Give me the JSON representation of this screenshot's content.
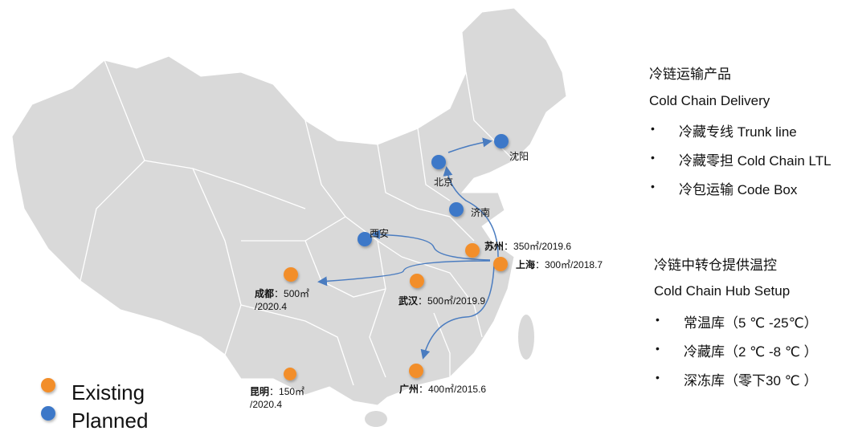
{
  "colors": {
    "existing": "#F28E2B",
    "planned": "#3C78C8",
    "map_fill": "#D9D9D9",
    "arrow": "#4A7CC0"
  },
  "cities": [
    {
      "key": "beijing",
      "name": "北京",
      "status": "planned"
    },
    {
      "key": "shenyang",
      "name": "沈阳",
      "status": "planned"
    },
    {
      "key": "jinan",
      "name": "济南",
      "status": "planned"
    },
    {
      "key": "xian",
      "name": "西安",
      "status": "planned"
    },
    {
      "key": "suzhou",
      "name": "苏州",
      "detail": "：350㎡/2019.6",
      "status": "existing"
    },
    {
      "key": "shanghai",
      "name": "上海",
      "detail": "：300㎡/2018.7",
      "status": "existing"
    },
    {
      "key": "chengdu",
      "name": "成都",
      "detail": "：500㎡",
      "detail2": "/2020.4",
      "status": "existing"
    },
    {
      "key": "wuhan",
      "name": "武汉",
      "detail": "：500㎡/2019.9",
      "status": "existing"
    },
    {
      "key": "kunming",
      "name": "昆明",
      "detail": "：150㎡",
      "detail2": "/2020.4",
      "status": "existing"
    },
    {
      "key": "guangzhou",
      "name": "广州",
      "detail": "：400㎡/2015.6",
      "status": "existing"
    }
  ],
  "routes": [
    {
      "from": "北京",
      "to": "沈阳"
    },
    {
      "from": "上海",
      "to": "北京"
    },
    {
      "from": "上海",
      "to": "西安"
    },
    {
      "from": "上海",
      "to": "成都"
    },
    {
      "from": "上海",
      "to": "广州"
    }
  ],
  "legend": {
    "existing": "Existing",
    "planned": "Planned"
  },
  "delivery": {
    "title_cn": "冷链运输产品",
    "title_en": "Cold Chain Delivery",
    "items": [
      "冷藏专线 Trunk line",
      "冷藏零担 Cold Chain LTL",
      "冷包运输 Code Box"
    ]
  },
  "hub": {
    "title_cn": "冷链中转仓提供温控",
    "title_en": "Cold Chain Hub Setup",
    "items": [
      "常温库（5 ℃ -25℃）",
      "冷藏库（2 ℃ -8 ℃ ）",
      "深冻库（零下30 ℃ ）"
    ]
  },
  "bullet": "•"
}
